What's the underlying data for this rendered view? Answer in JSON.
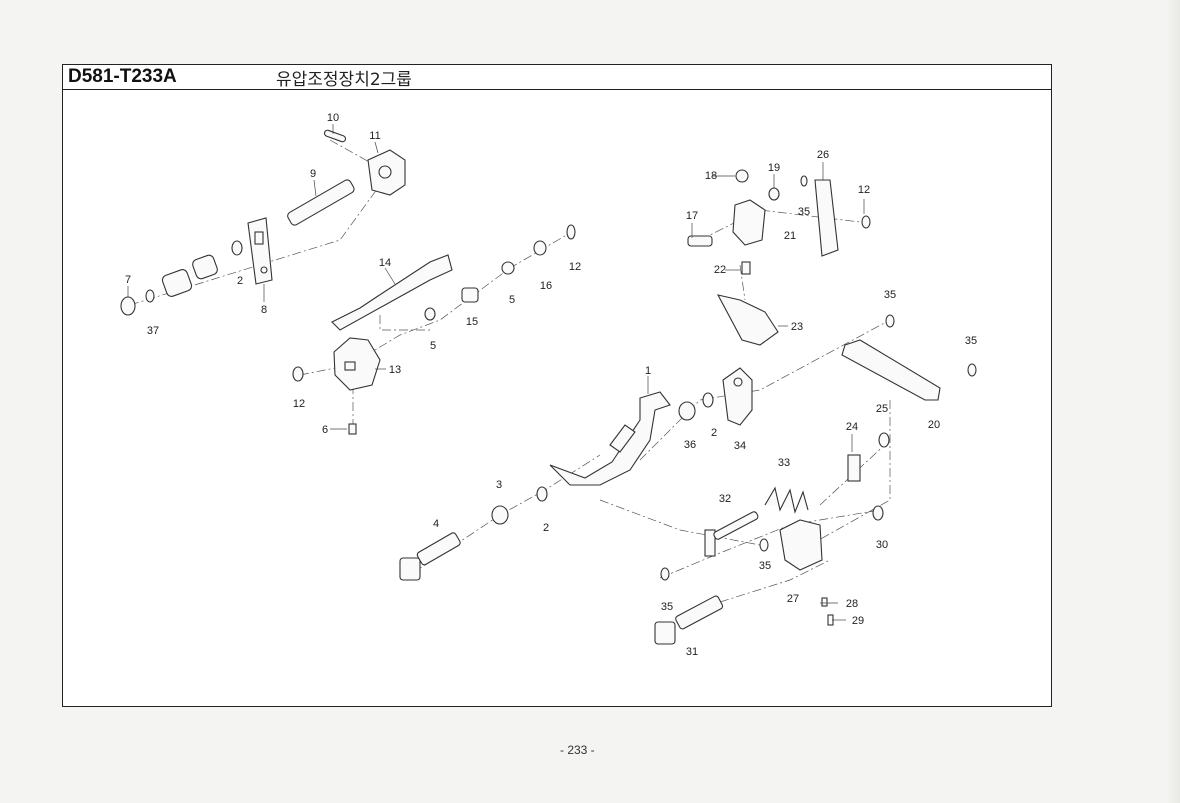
{
  "header": {
    "model_code": "D581-T233A",
    "title": "유압조정장치2그룹"
  },
  "footer": {
    "page_number": "- 233 -"
  },
  "part_callouts": [
    "1",
    "2",
    "3",
    "4",
    "5",
    "6",
    "7",
    "8",
    "9",
    "10",
    "11",
    "12",
    "13",
    "14",
    "15",
    "16",
    "17",
    "18",
    "19",
    "20",
    "21",
    "22",
    "23",
    "24",
    "25",
    "26",
    "27",
    "28",
    "29",
    "30",
    "31",
    "32",
    "33",
    "34",
    "35",
    "36",
    "37"
  ]
}
